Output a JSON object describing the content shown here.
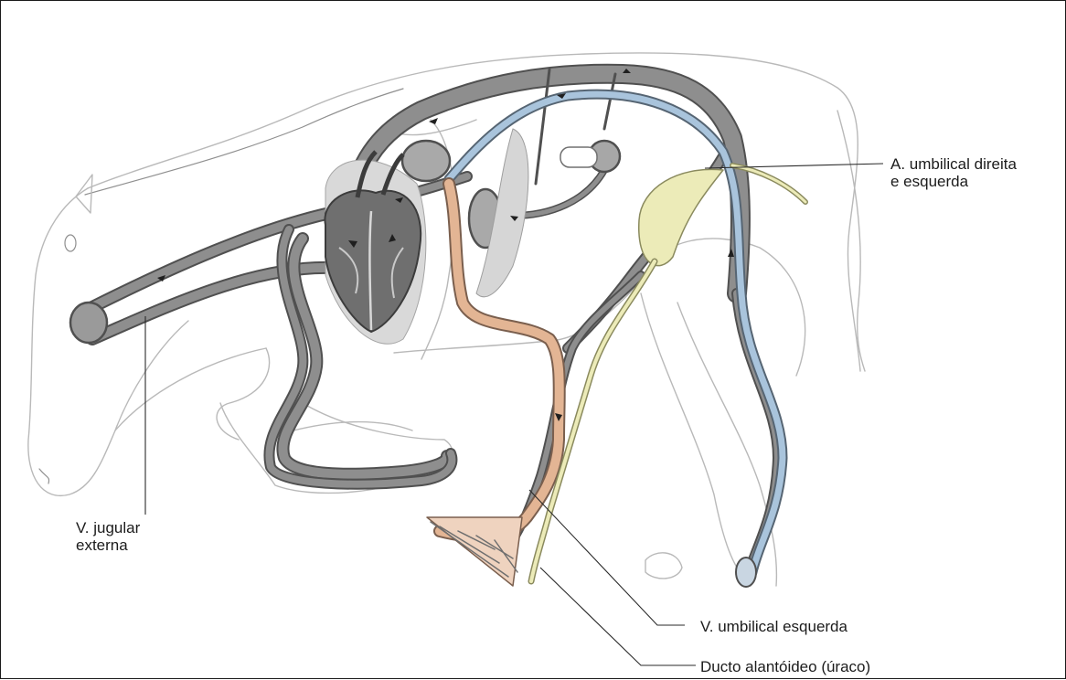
{
  "labels": {
    "umbilical_arteries": [
      "A. umbilical direita",
      "e esquerda"
    ],
    "jugular_vein": [
      "V. jugular",
      "externa"
    ],
    "umbilical_vein": "V. umbilical esquerda",
    "allantoic_duct": "Ducto alantóideo (úraco)"
  },
  "colors": {
    "vessel_gray": "#8a8a8a",
    "vessel_gray_outline": "#565656",
    "umbilical_artery_blue": "#a9c4dc",
    "umbilical_vein_orange": "#e3b594",
    "allantoic_yellow": "#ecebb8",
    "body_outline": "#b9b9b9"
  }
}
